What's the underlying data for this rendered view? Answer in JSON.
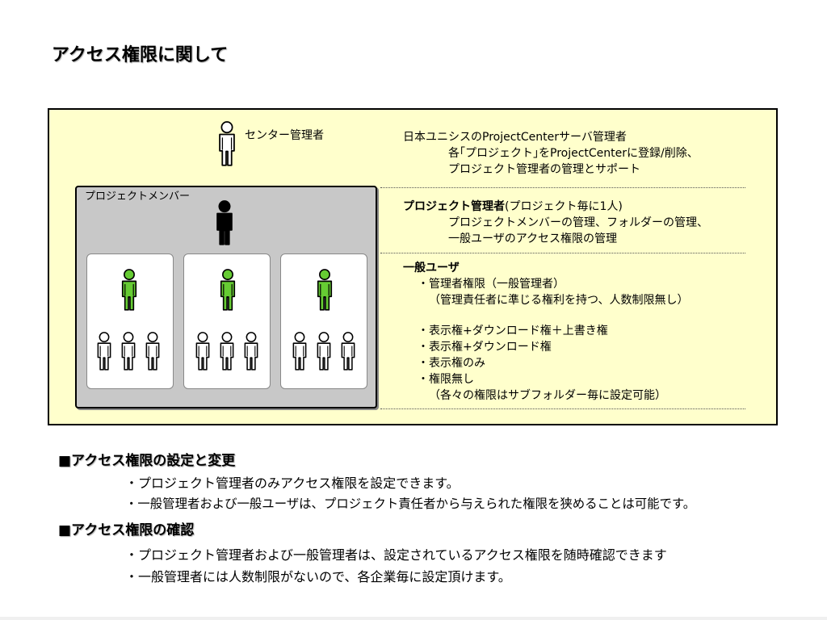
{
  "title": "アクセス権限に関して",
  "diagram": {
    "center_admin_label": "センター管理者",
    "project_members_label": "プロジェクトメンバー",
    "descriptions": {
      "center_admin": [
        "日本ユニシスのProjectCenterサーバ管理者",
        "各｢プロジェクト｣をProjectCenterに登録/削除、",
        "プロジェクト管理者の管理とサポート"
      ],
      "project_admin": {
        "heading": "プロジェクト管理者",
        "heading_suffix": "(プロジェクト毎に1人)",
        "lines": [
          "プロジェクトメンバーの管理、フォルダーの管理、",
          "一般ユーザのアクセス権限の管理"
        ]
      },
      "general_user": {
        "heading": "一般ユーザ",
        "admin_lines": [
          "・管理者権限（一般管理者）",
          "（管理責任者に準じる権利を持つ、人数制限無し）"
        ],
        "permission_lines": [
          "・表示権+ダウンロード権＋上書き権",
          "・表示権+ダウンロード権",
          "・表示権のみ",
          "・権限無し",
          "（各々の権限はサブフォルダー毎に設定可能）"
        ]
      }
    },
    "colors": {
      "panel_bg": "#ffffcc",
      "pm_box_bg": "#c8c8c8",
      "admin_figure": "#000000",
      "lead_figure": "#66cc33",
      "user_figure": "#ffffff"
    },
    "icons": [
      "person-outline-icon",
      "person-black-icon",
      "person-green-icon",
      "person-white-icon"
    ]
  },
  "sections": [
    {
      "heading": "■アクセス権限の設定と変更",
      "items": [
        "・プロジェクト管理者のみアクセス権限を設定できます。",
        "・一般管理者および一般ユーザは、プロジェクト責任者から与えられた権限を狭めることは可能です。"
      ]
    },
    {
      "heading": "■アクセス権限の確認",
      "items": [
        "・プロジェクト管理者および一般管理者は、設定されているアクセス権限を随時確認できます",
        "・一般管理者には人数制限がないので、各企業毎に設定頂けます。"
      ]
    }
  ]
}
